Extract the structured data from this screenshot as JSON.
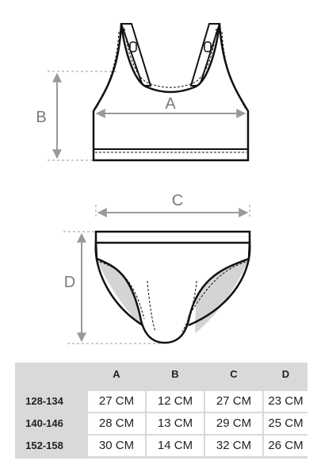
{
  "diagram": {
    "labels": {
      "a": "A",
      "b": "B",
      "c": "C",
      "d": "D"
    }
  },
  "table": {
    "columns": [
      "A",
      "B",
      "C",
      "D"
    ],
    "rows": [
      {
        "size": "128-134",
        "values": [
          "27 CM",
          "12 CM",
          "27 CM",
          "23 CM"
        ]
      },
      {
        "size": "140-146",
        "values": [
          "28 CM",
          "13 CM",
          "29 CM",
          "25 CM"
        ]
      },
      {
        "size": "152-158",
        "values": [
          "30 CM",
          "14 CM",
          "32 CM",
          "26 CM"
        ]
      }
    ]
  }
}
